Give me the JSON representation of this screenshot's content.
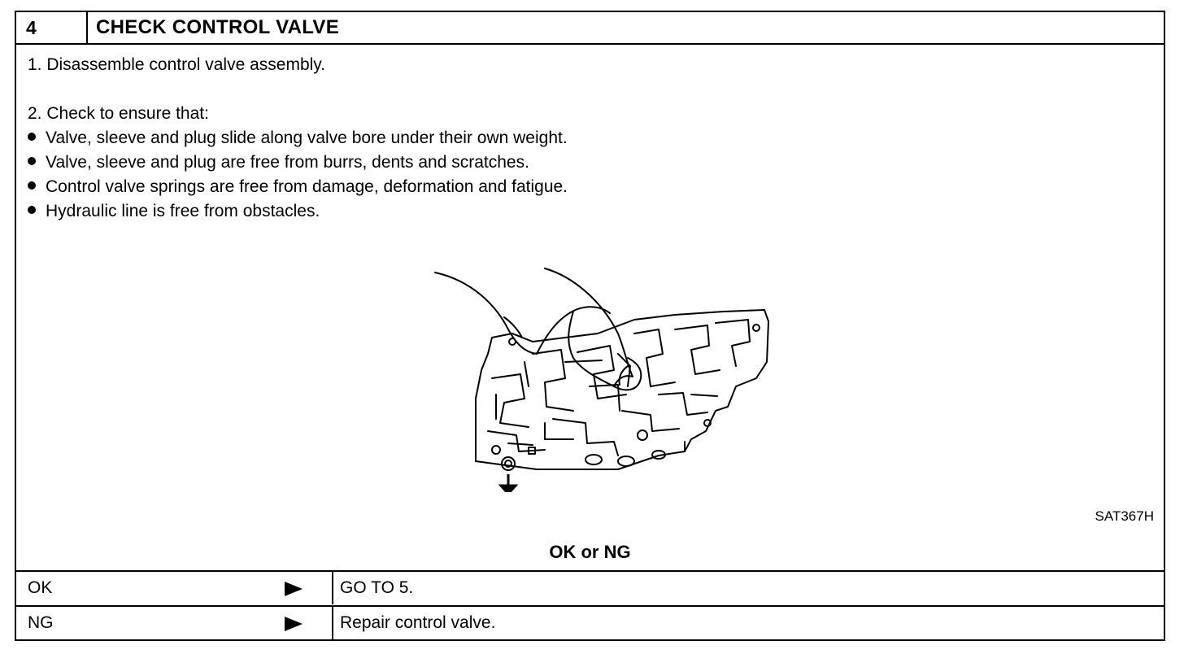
{
  "header": {
    "step_number": "4",
    "title": "CHECK CONTROL VALVE"
  },
  "instructions": {
    "step1": "1.  Disassemble control valve assembly.",
    "step2": "2.  Check to ensure that:",
    "bullets": [
      "Valve, sleeve and plug slide along valve bore under their own weight.",
      "Valve, sleeve and plug are free from burrs, dents and scratches.",
      "Control valve springs are free from damage, deformation and fatigue.",
      "Hydraulic line is free from obstacles."
    ]
  },
  "figure": {
    "code": "SAT367H",
    "icon": "control-valve-illustration"
  },
  "result": {
    "heading": "OK or NG",
    "rows": [
      {
        "label": "OK",
        "action": "GO TO 5."
      },
      {
        "label": "NG",
        "action": "Repair control valve."
      }
    ]
  }
}
